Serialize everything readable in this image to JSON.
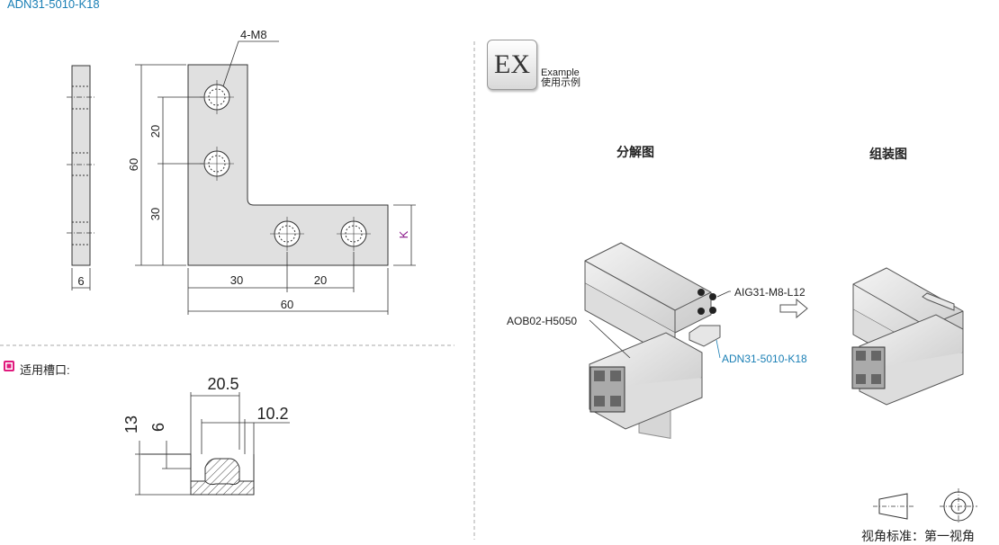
{
  "part_id": "ADN31-5010-K18",
  "front_view": {
    "hole_spec": "4-M8",
    "dim_height": "60",
    "dim_upper_pitch": "20",
    "dim_lower": "30",
    "dim_bottom_left": "30",
    "dim_bottom_right": "20",
    "dim_width": "60",
    "dim_thickness_label": "K"
  },
  "side_view": {
    "dim_thickness": "6"
  },
  "slot": {
    "title": "适用槽口:",
    "dim_width_top": "20.5",
    "dim_width_inner": "10.2",
    "dim_depth": "13",
    "dim_depth_inner": "6"
  },
  "example": {
    "badge": "EX",
    "label_en": "Example",
    "label_cn": "使用示例",
    "exploded_title": "分解图",
    "assembled_title": "组装图",
    "callout_screw": "AIG31-M8-L12",
    "callout_profile": "AOB02-H5050",
    "callout_bracket": "ADN31-5010-K18"
  },
  "projection": {
    "label": "视角标准：第一视角"
  },
  "colors": {
    "accent": "#1a7fb5",
    "pink": "#e0197d",
    "dim_k": "#8b1a8b"
  }
}
